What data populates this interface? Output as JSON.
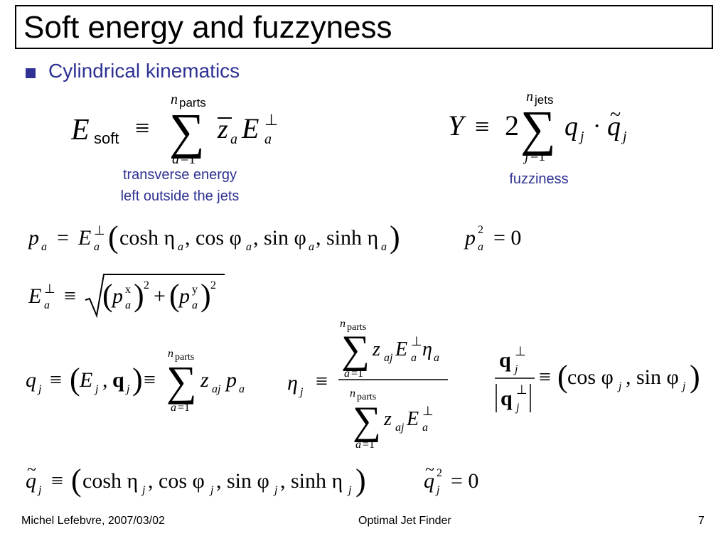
{
  "slide": {
    "title": "Soft energy and fuzzyness",
    "bullet": "Cylindrical kinematics",
    "notes": {
      "soft_line1": "transverse energy",
      "soft_line2": "left outside the jets",
      "fuzz": "fuzziness"
    }
  },
  "footer": {
    "left": "Michel Lefebvre, 2007/03/02",
    "center": "Optimal Jet Finder",
    "page": "7"
  },
  "colors": {
    "accent": "#2e3192",
    "text": "#000000"
  }
}
